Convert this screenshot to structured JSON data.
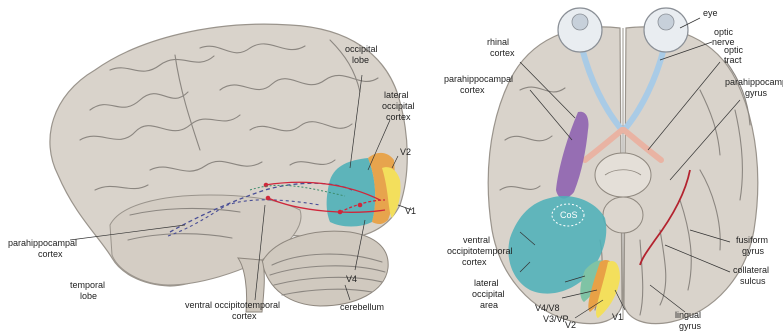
{
  "left_panel": {
    "labels": {
      "occipital_lobe": [
        "occipital",
        "lobe"
      ],
      "lateral_occipital_cortex": [
        "lateral",
        "occipital",
        "cortex"
      ],
      "v2": "V2",
      "v1": "V1",
      "v4": "V4",
      "parahippocampal_cortex": [
        "parahippocampal",
        "cortex"
      ],
      "temporal_lobe": [
        "temporal",
        "lobe"
      ],
      "ventral_occipitotemporal_cortex": [
        "ventral occipitotemporal",
        "cortex"
      ],
      "cerebellum": "cerebellum"
    }
  },
  "right_panel": {
    "labels": {
      "eye": "eye",
      "optic_nerve": [
        "optic",
        "nerve"
      ],
      "optic_tract": [
        "optic",
        "tract"
      ],
      "rhinal_cortex": [
        "rhinal",
        "cortex"
      ],
      "parahippocampal_cortex": [
        "parahippocampal",
        "cortex"
      ],
      "parahippocampal_gyrus": [
        "parahippocampal",
        "gyrus"
      ],
      "cos": "CoS",
      "ventral_occipitotemporal_cortex": [
        "ventral",
        "occipitotemporal",
        "cortex"
      ],
      "lateral_occipital_area": [
        "lateral",
        "occipital",
        "area"
      ],
      "v4_v8": "V4/V8",
      "v3_vp": "V3/VP",
      "v2": "V2",
      "v1": "V1",
      "lingual_gyrus": [
        "lingual",
        "gyrus"
      ],
      "fusiform_gyrus": [
        "fusiform",
        "gyrus"
      ],
      "collateral_sulcus": [
        "collateral",
        "sulcus"
      ]
    }
  },
  "colors": {
    "brain": "#d9d3cb",
    "gyri_lines": "#8b8680",
    "v1_yellow": "#f3df5c",
    "v2_orange": "#e8a146",
    "v3_v4_teal": "#4fb0b8",
    "purple_parahippocampal": "#8e63b0",
    "optic_blue": "#a9cbe6",
    "optic_tract_pink": "#e9b3a3",
    "pathway_red": "#d0263a",
    "pathway_blue_dashed": "#4a4f96",
    "sulcus_red": "#b3232f"
  }
}
